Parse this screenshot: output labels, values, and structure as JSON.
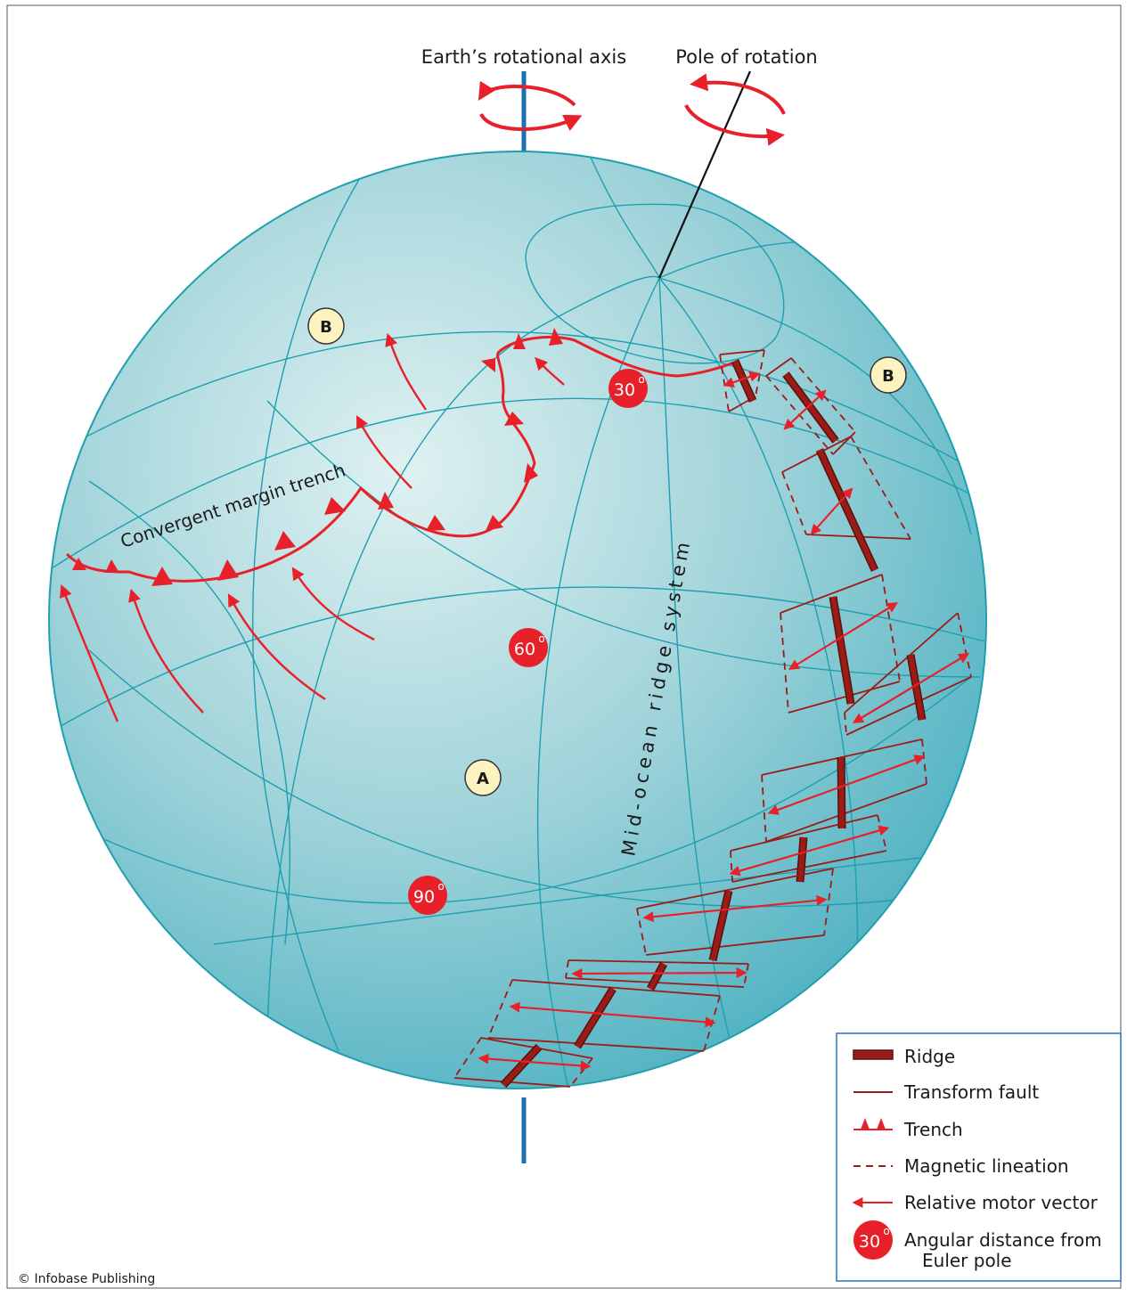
{
  "labels": {
    "earth_axis": "Earth’s rotational axis",
    "pole_rotation": "Pole of rotation",
    "trench": "Convergent margin trench",
    "ridge_system": "Mid-ocean ridge system",
    "plate_a": "A",
    "plate_b": "B",
    "angle_30": "30",
    "angle_60": "60",
    "angle_90": "90",
    "degree": "o"
  },
  "legend": {
    "ridge": "Ridge",
    "transform": "Transform fault",
    "trench": "Trench",
    "magnetic": "Magnetic lineation",
    "vector": "Relative motor vector",
    "angular_line1": "Angular distance from",
    "angular_line2": "Euler pole",
    "badge": "30",
    "degree": "o"
  },
  "credit": "© Infobase Publishing",
  "colors": {
    "sphere_light": "#d8eeee",
    "sphere_dark": "#4fb2c2",
    "grid": "#1e9fb0",
    "red": "#e8202a",
    "ridge": "#9b1c17",
    "ridge_dark": "#5a0f0c",
    "axis": "#1b6fb3",
    "plate_label": "#fdf3c0",
    "legend_border": "#2a72b8"
  }
}
